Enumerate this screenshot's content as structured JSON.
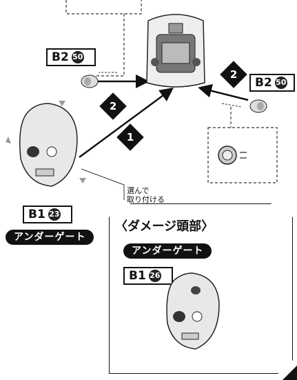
{
  "parts": {
    "b2_left": {
      "code": "B2",
      "num": "50"
    },
    "b2_right": {
      "code": "B2",
      "num": "50"
    },
    "b1_main": {
      "code": "B1",
      "num": "23"
    },
    "b1_damage": {
      "code": "B1",
      "num": "26"
    }
  },
  "labels": {
    "under_gate_main": "アンダーゲート",
    "under_gate_damage": "アンダーゲート",
    "damage_head_title": "〈ダメージ頭部〉",
    "choose_attach_line1": "選んで",
    "choose_attach_line2": "取り付ける"
  },
  "steps": {
    "step1": "1",
    "step2_left": "2",
    "step2_right": "2"
  }
}
